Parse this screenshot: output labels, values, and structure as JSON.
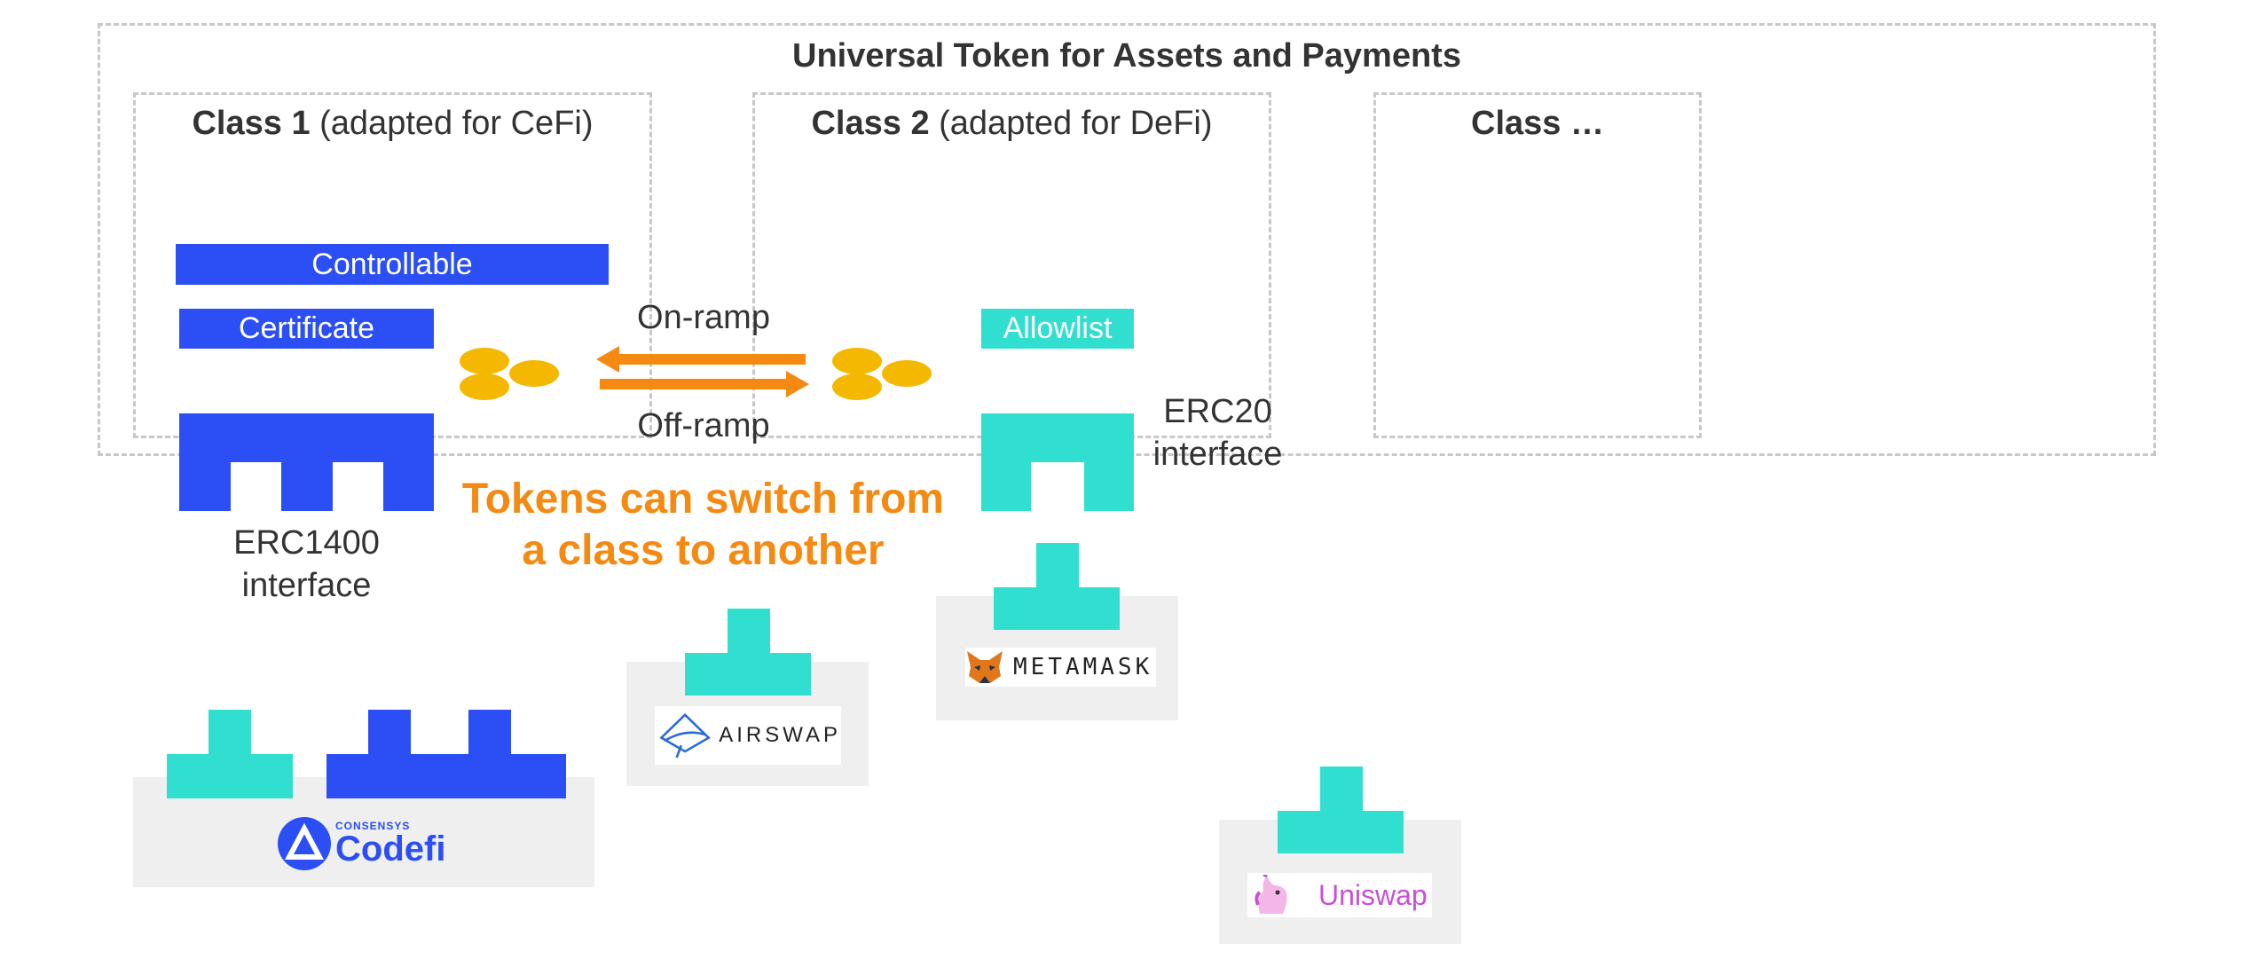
{
  "diagram": {
    "title": "Universal Token for Assets and Payments",
    "class1": {
      "name": "Class 1",
      "suffix": " (adapted for CeFi)"
    },
    "class2": {
      "name": "Class 2",
      "suffix": " (adapted for DeFi)"
    },
    "class3": {
      "name": "Class …"
    },
    "blocks": {
      "controllable": "Controllable",
      "certificate": "Certificate",
      "allowlist": "Allowlist"
    },
    "ramps": {
      "on": "On-ramp",
      "off": "Off-ramp"
    },
    "interfaces": {
      "erc1400_line1": "ERC1400",
      "erc1400_line2": "interface",
      "erc20_line1": "ERC20",
      "erc20_line2": "interface"
    },
    "slogan": {
      "line1": "Tokens can switch from",
      "line2": "a class to another"
    },
    "logos": {
      "airswap": "AIRSWAP",
      "metamask": "METAMASK",
      "codefi_small": "CONSENSYS",
      "codefi": "Codefi",
      "uniswap": "Uniswap"
    }
  },
  "colors": {
    "blue": "#2b4ef5",
    "teal": "#31dfd0",
    "orange": "#f58a12",
    "coin": "#f5b800",
    "dash": "#c8c8c8",
    "uniswap": "#c84fd8"
  },
  "icons": [
    "metamask-fox-icon",
    "airswap-icon",
    "codefi-icon",
    "uniswap-unicorn-icon"
  ]
}
